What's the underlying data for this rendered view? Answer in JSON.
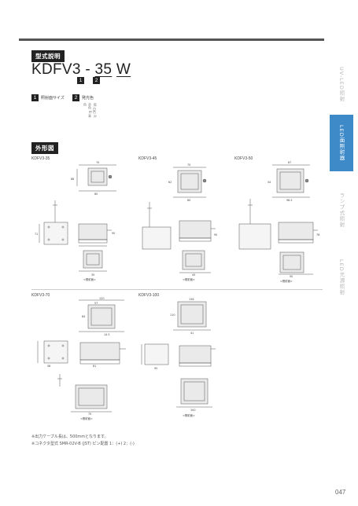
{
  "section_model": {
    "title": "型式説明"
  },
  "model": {
    "base": "KDFV3 - ",
    "size": "35",
    "sep": " ",
    "color": "W"
  },
  "badges": {
    "one": "1",
    "two": "2"
  },
  "legend": {
    "item1_label": "照射面サイズ",
    "item2_label": "発光色",
    "item2_options": "W:白色 R:赤色 B:青色"
  },
  "section_outline": {
    "title": "外形図"
  },
  "diagrams": {
    "kdfv3_35": {
      "title": "KDFV3-35",
      "view_label": "<照射面>",
      "dims": [
        "70",
        "80",
        "88",
        "71",
        "90",
        "35"
      ]
    },
    "kdfv3_45": {
      "title": "KDFV3-45",
      "view_label": "<照射面>",
      "dims": [
        "70",
        "80",
        "62",
        "90",
        "45"
      ]
    },
    "kdfv3_50": {
      "title": "KDFV3-50",
      "view_label": "<照射面>",
      "dims": [
        "87",
        "98.5",
        "54",
        "78",
        "50"
      ]
    },
    "kdfv3_70": {
      "title": "KDFV3-70",
      "view_label": "<照射面>",
      "dims": [
        "120",
        "57",
        "84",
        "14.5",
        "58",
        "81",
        "70"
      ]
    },
    "kdfv3_100": {
      "title": "KDFV3-100",
      "view_label": "<照射面>",
      "dims": [
        "136",
        "110",
        "41",
        "95",
        "100"
      ]
    }
  },
  "side_tabs": [
    {
      "label": "UV-LED照射",
      "active": false
    },
    {
      "label": "LED面照射器",
      "active": true
    },
    {
      "label": "ランプ式照射",
      "active": false
    },
    {
      "label": "LED光源照射",
      "active": false
    }
  ],
  "notes": {
    "line1": "※出力ケーブル長は、500mmとなります。",
    "line2": "※コネクタ型式 SMR-02V-B (JST) ピン配置 1：(+) 2：(-)"
  },
  "page_number": "047"
}
